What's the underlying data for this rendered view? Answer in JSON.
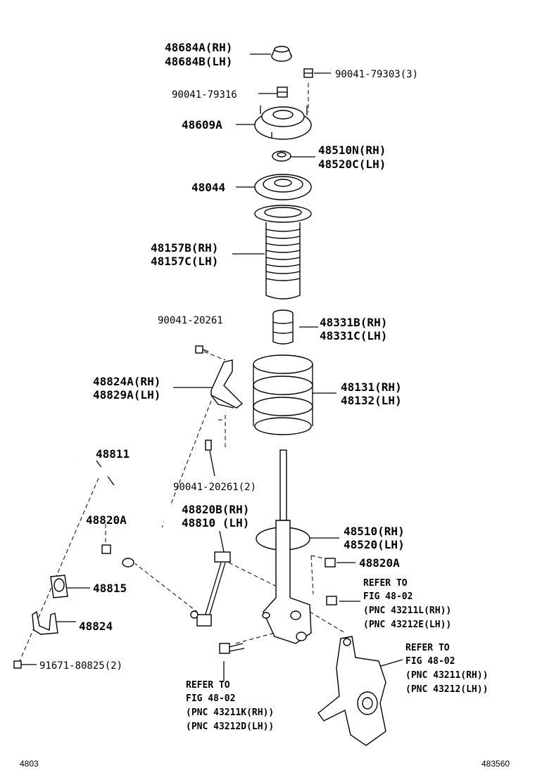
{
  "labels": {
    "cap_rh": "48684A(RH)",
    "cap_lh": "48684B(LH)",
    "nut_a": "90041-79303(3)",
    "nut_b": "90041-79316",
    "support": "48609A",
    "bearing_rh": "48510N(RH)",
    "bearing_lh": "48520C(LH)",
    "seat": "48044",
    "boot_rh": "48157B(RH)",
    "boot_lh": "48157C(LH)",
    "bolt_a": "90041-20261",
    "bumper_rh": "48331B(RH)",
    "bumper_lh": "48331C(LH)",
    "bracket_rh": "48824A(RH)",
    "bracket_lh": "48829A(LH)",
    "spring_rh": "48131(RH)",
    "spring_lh": "48132(LH)",
    "bolt_b": "90041-20261(2)",
    "stabilizer": "48811",
    "link_rh": "48820B(RH)",
    "link_lh": "48810  (LH)",
    "nut_c": "48820A",
    "shock_rh": "48510(RH)",
    "shock_lh": "48520(LH)",
    "nut_d": "48820A",
    "bushing": "48815",
    "bracket_b": "48824",
    "bolt_c": "91671-80825(2)"
  },
  "refs": {
    "ref1": [
      "REFER TO",
      "FIG  48-02",
      "(PNC  43211L(RH))",
      "(PNC  43212E(LH))"
    ],
    "ref2": [
      "REFER TO",
      "FIG 48-02",
      "(PNC 43211(RH))",
      "(PNC 43212(LH))"
    ],
    "ref3": [
      "REFER TO",
      "FIG 48-02",
      "(PNC 43211K(RH))",
      "(PNC 43212D(LH))"
    ]
  },
  "footer": {
    "left": "4803",
    "right": "483560"
  }
}
